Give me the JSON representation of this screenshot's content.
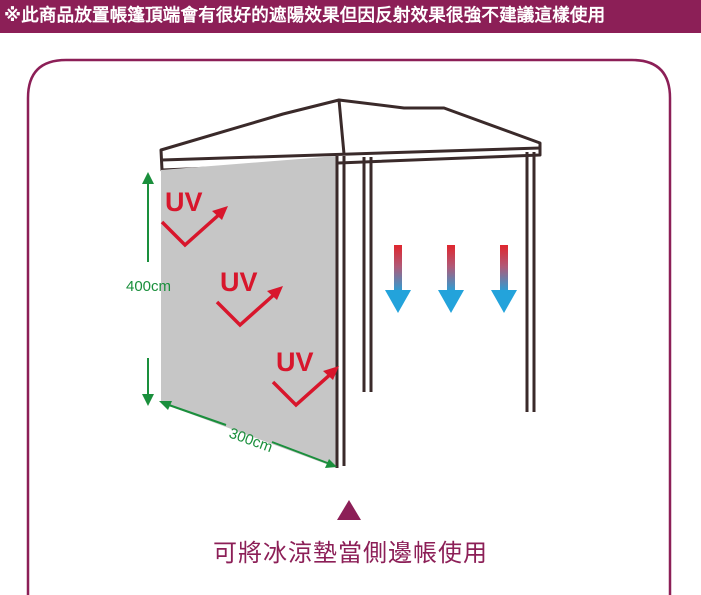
{
  "notice": "※此商品放置帳篷頂端會有很好的遮陽效果但因反射效果很強不建議這樣使用",
  "diagram": {
    "height_label": "400cm",
    "width_label": "300cm",
    "uv_label": "UV"
  },
  "caption": "可將冰涼墊當側邊帳使用",
  "colors": {
    "accent": "#8c1f57",
    "uv_red": "#d8162c",
    "measure_green": "#1a8f3c",
    "panel_gray": "#c6c6c6",
    "arrow_blue": "#2aa3d8"
  }
}
